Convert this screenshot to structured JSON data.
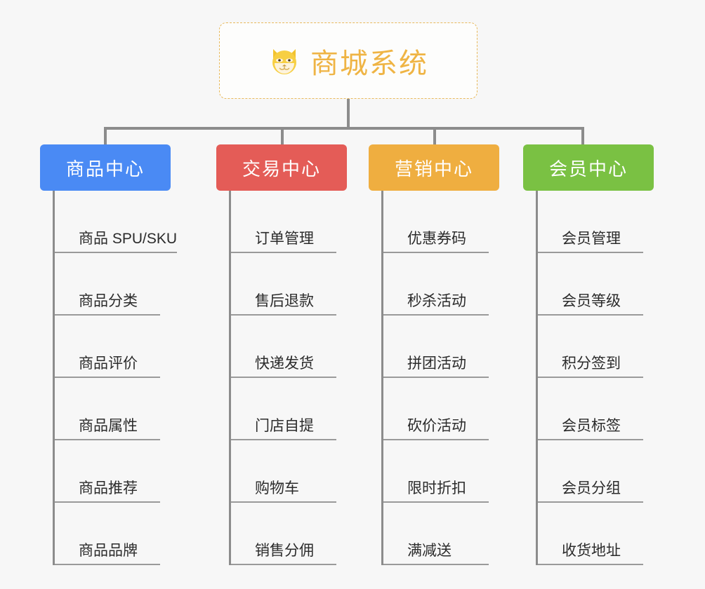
{
  "root": {
    "icon": "shiba-dog-face-icon",
    "title": "商城系统",
    "border_color": "#e8b95c",
    "text_color": "#efb444"
  },
  "canvas": {
    "background_color": "#f7f7f7",
    "connector_color": "#8c8c8c"
  },
  "branches": [
    {
      "label": "商品中心",
      "color": "#4a8af4",
      "items": [
        "商品 SPU/SKU",
        "商品分类",
        "商品评价",
        "商品属性",
        "商品推荐",
        "商品品牌"
      ]
    },
    {
      "label": "交易中心",
      "color": "#e45c57",
      "items": [
        "订单管理",
        "售后退款",
        "快递发货",
        "门店自提",
        "购物车",
        "销售分佣"
      ]
    },
    {
      "label": "营销中心",
      "color": "#efae40",
      "items": [
        "优惠券码",
        "秒杀活动",
        "拼团活动",
        "砍价活动",
        "限时折扣",
        "满减送"
      ]
    },
    {
      "label": "会员中心",
      "color": "#7ac143",
      "items": [
        "会员管理",
        "会员等级",
        "积分签到",
        "会员标签",
        "会员分组",
        "收货地址"
      ]
    }
  ]
}
